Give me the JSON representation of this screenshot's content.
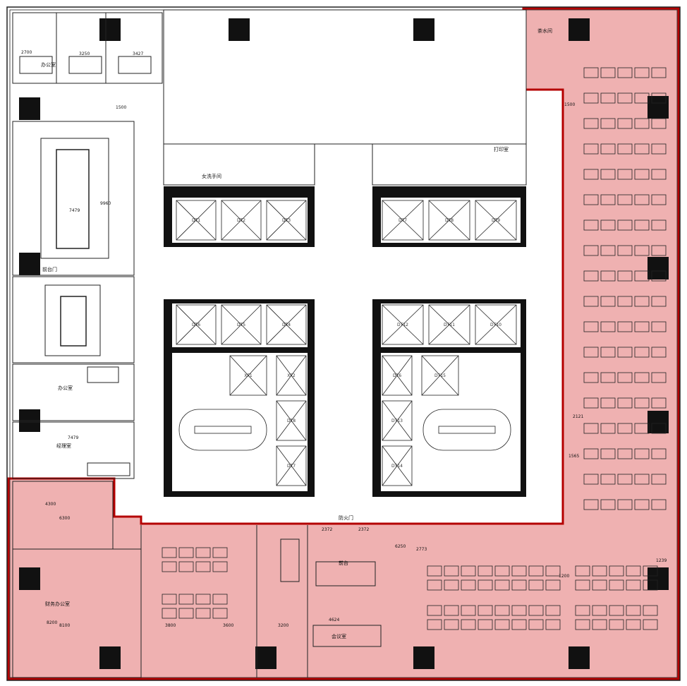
{
  "plan": {
    "labels": {
      "women_restroom": "女洗手间",
      "reception_door": "前台门",
      "lobby_door": "防火门",
      "reception": "前台",
      "office": "办公室",
      "finance_office": "财务办公室",
      "meeting_room": "会议室",
      "manager_office": "经理室",
      "pantry": "茶水间",
      "print_room": "打印室"
    },
    "elevators": [
      "DT1",
      "DT2",
      "DT3",
      "DT7",
      "DT8",
      "DT9",
      "DT6",
      "DT5",
      "DT4",
      "DT12",
      "DT11",
      "DT10",
      "XF1",
      "XF2",
      "DT8",
      "DT7",
      "DT6",
      "DT13",
      "DT14",
      "DT15"
    ],
    "dimensions": {
      "d_2700": "2700",
      "d_3250": "3250",
      "d_3427": "3427",
      "d_1500a": "1500",
      "d_7479a": "7479",
      "d_9960": "9960",
      "d_7479b": "7479",
      "d_4300": "4300",
      "d_6300": "6300",
      "d_8200": "8200",
      "d_8100": "8100",
      "d_3800": "3800",
      "d_3600": "3600",
      "d_6250": "6250",
      "d_2773": "2773",
      "d_2372a": "2372",
      "d_2372b": "2372",
      "d_4624": "4624",
      "d_3200": "3200",
      "d_1200": "1200",
      "d_2121": "2121",
      "d_1565": "1565",
      "d_1239": "1239",
      "d_1500b": "1500"
    },
    "colors": {
      "highlight": "#efb1b1",
      "boundary": "#b40000",
      "wall": "#000000",
      "line": "#222222"
    }
  }
}
